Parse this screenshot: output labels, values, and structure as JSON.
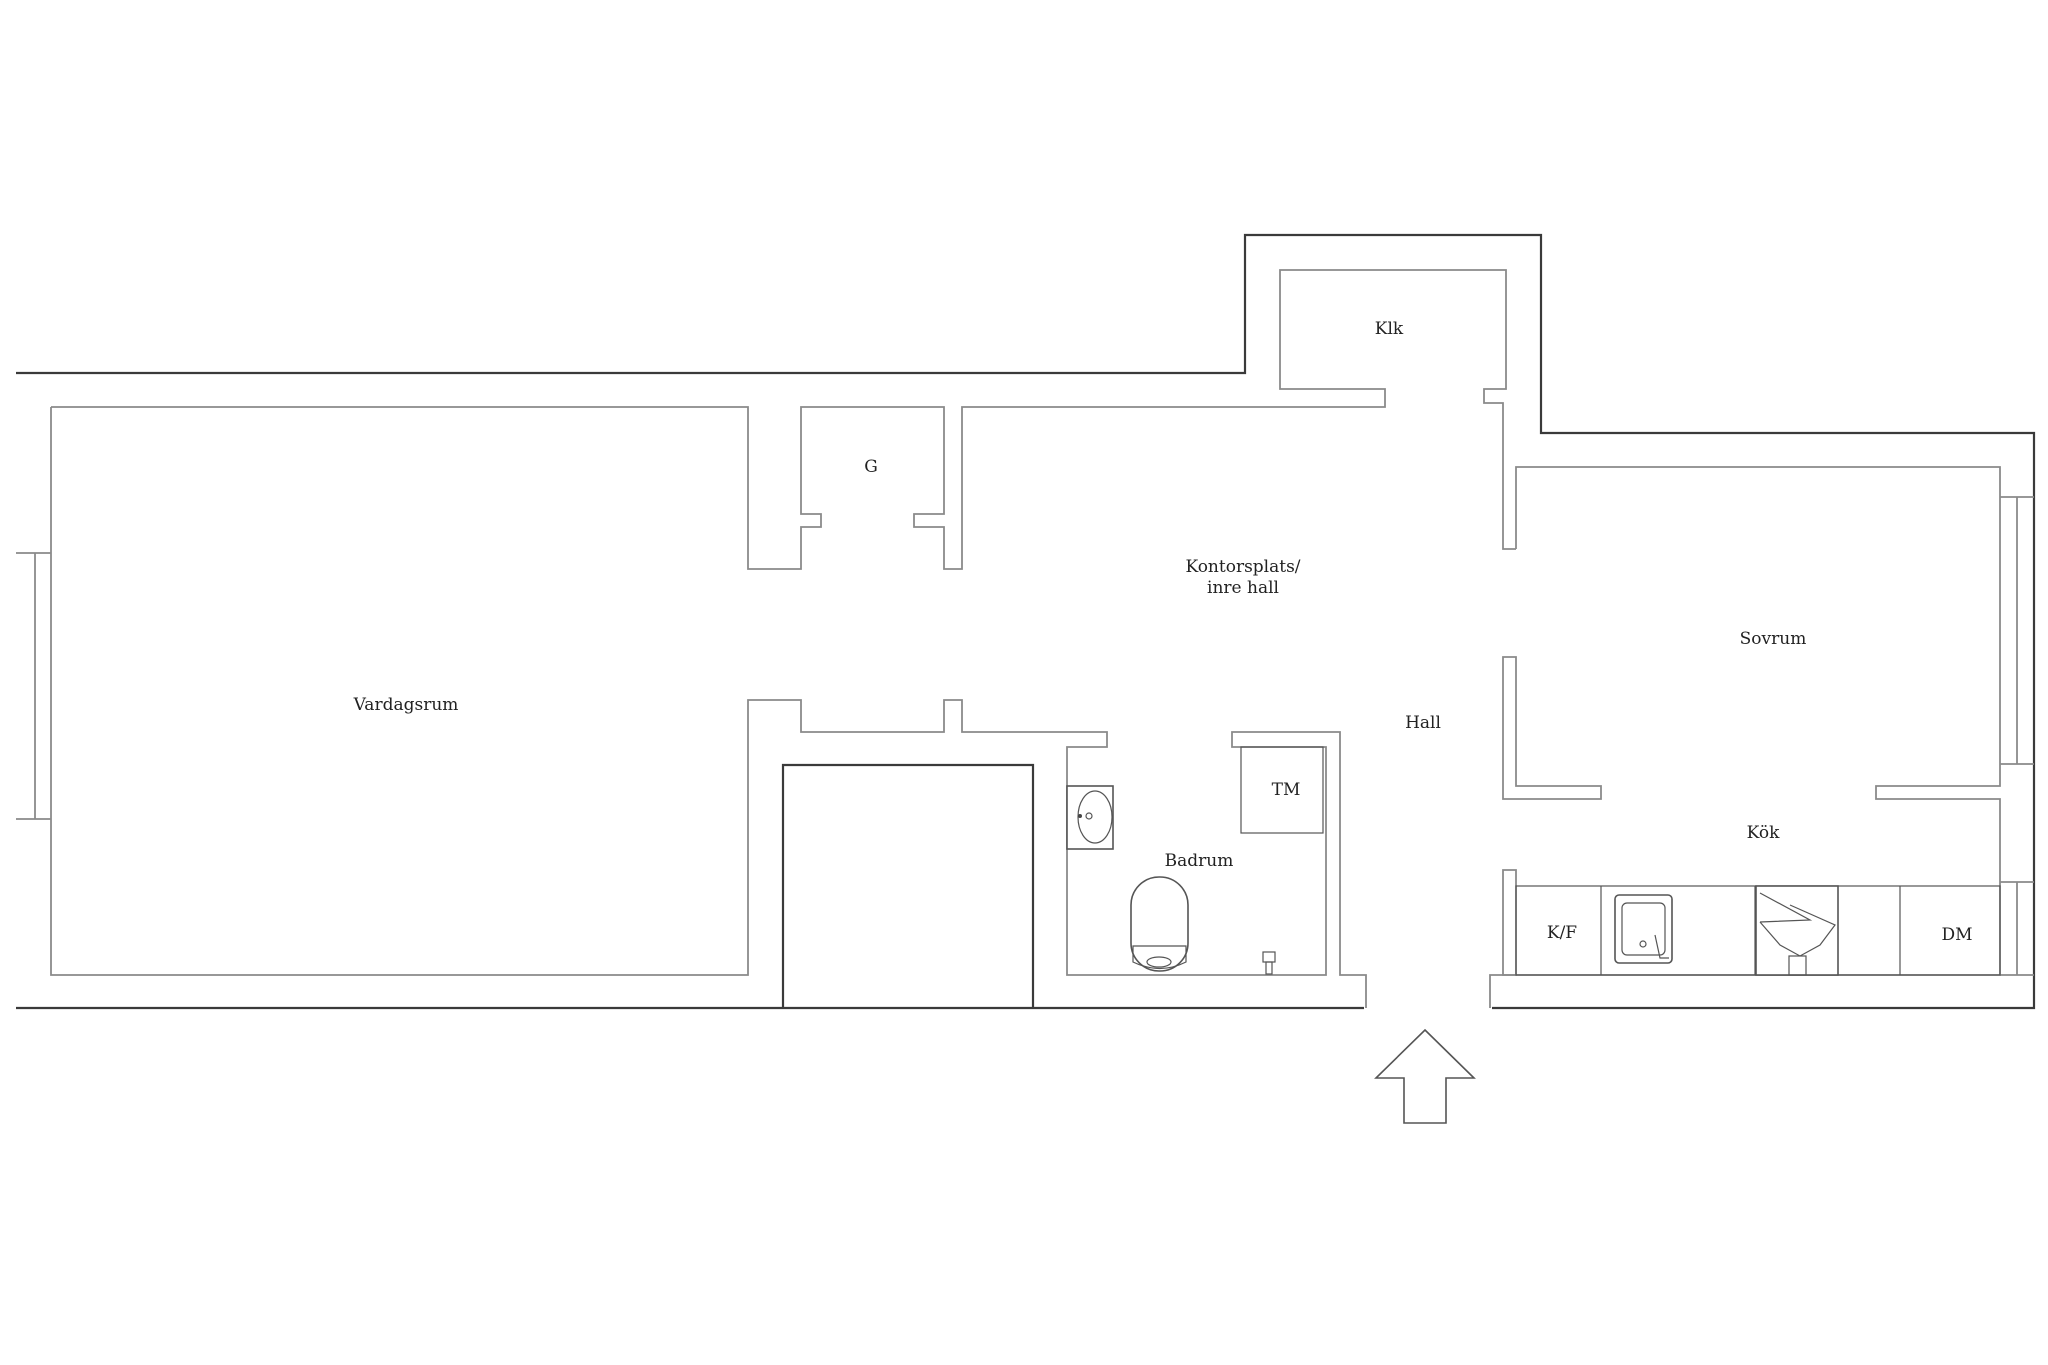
{
  "rooms": {
    "vardagsrum": "Vardagsrum",
    "g": "G",
    "klk": "Klk",
    "kontorsplats_line1": "Kontorsplats/",
    "kontorsplats_line2": "inre hall",
    "sovrum": "Sovrum",
    "hall": "Hall",
    "tm": "TM",
    "badrum": "Badrum",
    "kok": "Kök",
    "kf": "K/F",
    "dm": "DM"
  },
  "icons": {
    "entrance": "entrance-arrow-icon",
    "sink": "washbasin-icon",
    "toilet": "toilet-icon",
    "kitchen_sink": "kitchen-sink-icon",
    "stove": "stove-icon"
  }
}
